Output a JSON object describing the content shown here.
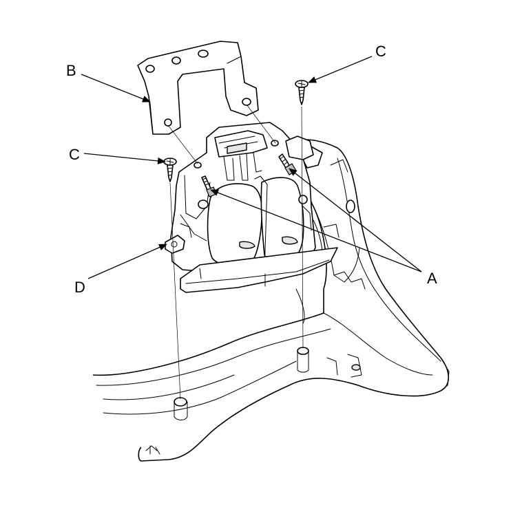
{
  "callouts": {
    "a": "A",
    "b": "B",
    "c_top": "C",
    "c_left": "C",
    "d": "D"
  },
  "parts": {
    "bracket": "bracket-b",
    "screw_right": "screw-c",
    "screw_left": "screw-c",
    "bolts": "bolt-a",
    "switch_assembly": "switch-assembly-d",
    "steering_wheel": "steering-wheel"
  }
}
